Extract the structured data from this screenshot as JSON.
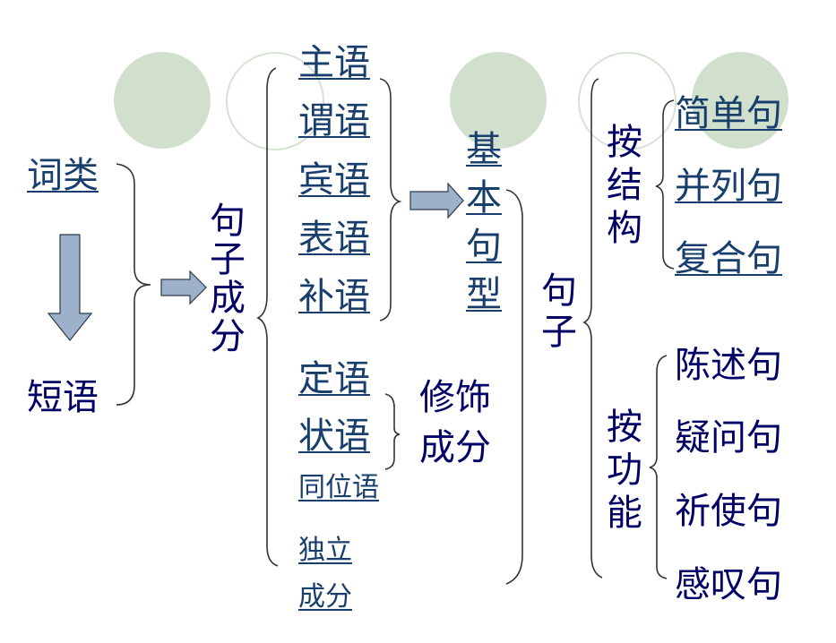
{
  "diagram": {
    "left": {
      "word_class": "词类",
      "phrase": "短语"
    },
    "sentence_elements": "句子成分",
    "core_elements": [
      "主语",
      "谓语",
      "宾语",
      "表语",
      "补语"
    ],
    "modifier_elements": [
      "定语",
      "状语"
    ],
    "appositive": "同位语",
    "independent_line1": "独立",
    "independent_line2": "成分",
    "modifier_label_line1": "修饰",
    "modifier_label_line2": "成分",
    "basic_patterns": "基本句型",
    "sentence": "句子",
    "by_structure": "按结构",
    "structure_types": [
      "简单句",
      "并列句",
      "复合句"
    ],
    "by_function": "按功能",
    "function_types": [
      "陈述句",
      "疑问句",
      "祈使句",
      "感叹句"
    ]
  },
  "colors": {
    "text": "#000066",
    "link_text": "#173e6c",
    "arrow_fill": "#9eb1cb",
    "circle_fill": "#d1dfcd"
  }
}
